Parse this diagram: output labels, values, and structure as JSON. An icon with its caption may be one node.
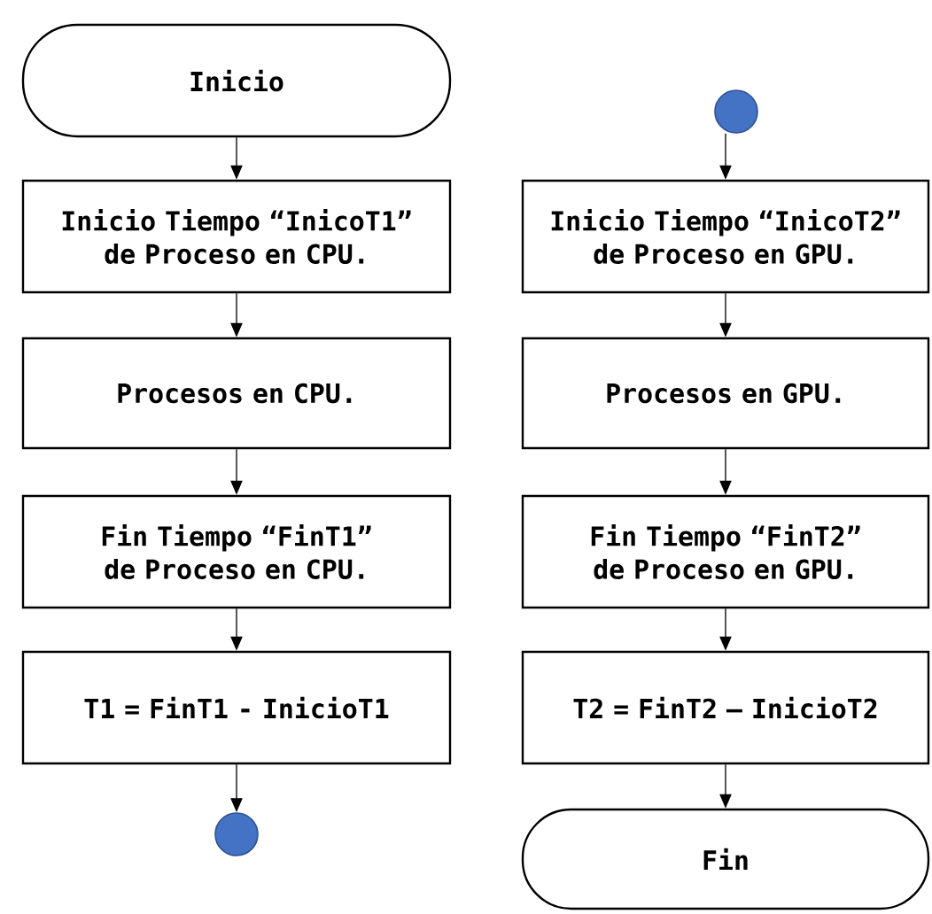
{
  "diagram": {
    "nodes": [
      {
        "text": [
          "Inicio"
        ]
      },
      {
        "text": [
          "Inicio Tiempo “InicoT1” de Proceso en CPU."
        ]
      },
      {
        "text": [
          "Procesos en CPU."
        ]
      },
      {
        "text": [
          "Fin Tiempo “FinT1” de Proceso en CPU."
        ]
      },
      {
        "text": [
          "T1 = FinT1 - InicioT1"
        ]
      },
      {
        "text": [],
        "shape": "circle"
      },
      {
        "text": [],
        "shape": "circle"
      },
      {
        "text": [
          "Inicio Tiempo “InicoT2” de Proceso en GPU."
        ]
      },
      {
        "text": [
          "Procesos en GPU."
        ]
      },
      {
        "text": [
          "Fin Tiempo “FinT2” de Proceso en GPU."
        ]
      },
      {
        "text": [
          "T2 = FinT2 – InicioT2"
        ]
      },
      {
        "text": [
          "Fin"
        ]
      }
    ],
    "edges": [
      {
        "from": 0,
        "to": 1,
        "arrow": "to"
      },
      {
        "from": 1,
        "to": 2,
        "arrow": "to"
      },
      {
        "from": 2,
        "to": 3,
        "arrow": "to"
      },
      {
        "from": 3,
        "to": 4,
        "arrow": "to"
      },
      {
        "from": 4,
        "to": 5,
        "arrow": "to"
      },
      {
        "from": 6,
        "to": 7,
        "arrow": "to"
      },
      {
        "from": 7,
        "to": 8,
        "arrow": "to"
      },
      {
        "from": 8,
        "to": 9,
        "arrow": "to"
      },
      {
        "from": 9,
        "to": 10,
        "arrow": "to"
      },
      {
        "from": 10,
        "to": 11,
        "arrow": "to"
      }
    ]
  }
}
